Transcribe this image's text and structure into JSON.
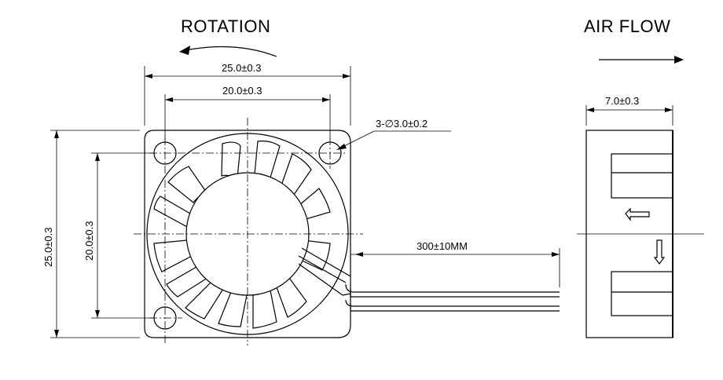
{
  "headings": {
    "rotation": "ROTATION",
    "air_flow": "AIR FLOW"
  },
  "dimensions": {
    "overall_width": "25.0±0.3",
    "hole_pitch_horizontal": "20.0±0.3",
    "overall_height": "25.0±0.3",
    "hole_pitch_vertical": "20.0±0.3",
    "mounting_holes": "3-∅3.0±0.2",
    "lead_length": "300±10MM",
    "thickness": "7.0±0.3"
  }
}
